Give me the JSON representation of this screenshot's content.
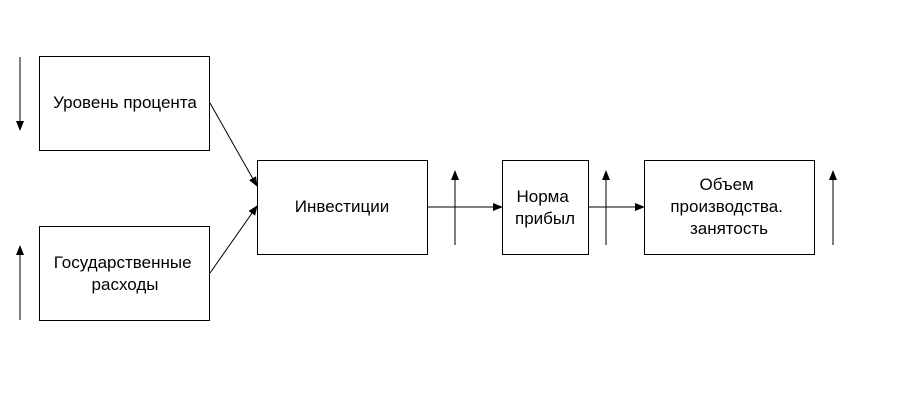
{
  "nodes": {
    "interest_rate": {
      "lines": [
        "Уровень процента"
      ]
    },
    "gov_spending": {
      "lines": [
        "Государственные",
        "расходы"
      ]
    },
    "investment": {
      "lines": [
        "Инвестиции"
      ]
    },
    "profit_rate": {
      "lines": [
        "Норма",
        "прибыл"
      ]
    },
    "output": {
      "lines": [
        "Объем",
        "производства.",
        "занятость"
      ]
    }
  },
  "indicators": {
    "interest_rate": "down",
    "gov_spending": "up",
    "investment": "up",
    "profit_rate": "up",
    "output": "up"
  },
  "colors": {
    "stroke": "#000000",
    "background": "#ffffff"
  }
}
